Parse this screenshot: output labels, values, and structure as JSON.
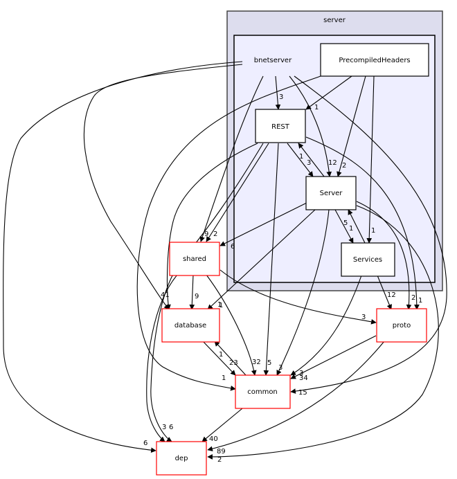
{
  "colors": {
    "outer_cluster_fill": "#ddddee",
    "outer_cluster_stroke": "#444444",
    "inner_cluster_fill": "#eeeeff",
    "inner_cluster_stroke": "#000000",
    "node_fill": "#ffffff",
    "internal_node_stroke": "#000000",
    "external_node_stroke": "#ff0000",
    "edge": "#000000"
  },
  "clusters": {
    "outer": {
      "label": "server"
    },
    "inner": {
      "label": "bnetserver"
    }
  },
  "nodes": {
    "precompiled": {
      "label": "PrecompiledHeaders",
      "external": false
    },
    "rest": {
      "label": "REST",
      "external": false
    },
    "server": {
      "label": "Server",
      "external": false
    },
    "services": {
      "label": "Services",
      "external": false
    },
    "shared": {
      "label": "shared",
      "external": true
    },
    "database": {
      "label": "database",
      "external": true
    },
    "proto": {
      "label": "proto",
      "external": true
    },
    "common": {
      "label": "common",
      "external": true
    },
    "dep": {
      "label": "dep",
      "external": true
    }
  },
  "edges": [
    {
      "from": "bnetserver",
      "to": "rest",
      "label": "3"
    },
    {
      "from": "bnetserver",
      "to": "server",
      "label": "12"
    },
    {
      "from": "bnetserver",
      "to": "shared",
      "label": "9"
    },
    {
      "from": "bnetserver",
      "to": "database",
      "label": "41"
    },
    {
      "from": "bnetserver",
      "to": "common",
      "label": "15"
    },
    {
      "from": "bnetserver",
      "to": "dep",
      "label": "6"
    },
    {
      "from": "precompiled",
      "to": "rest",
      "label": "1"
    },
    {
      "from": "precompiled",
      "to": "server",
      "label": "2"
    },
    {
      "from": "precompiled",
      "to": "services",
      "label": "1"
    },
    {
      "from": "precompiled",
      "to": "common",
      "label": "1"
    },
    {
      "from": "rest",
      "to": "server",
      "label": "3"
    },
    {
      "from": "server",
      "to": "rest",
      "label": "1"
    },
    {
      "from": "rest",
      "to": "shared",
      "label": "2"
    },
    {
      "from": "rest",
      "to": "database",
      "label": "1"
    },
    {
      "from": "rest",
      "to": "common",
      "label": "5"
    },
    {
      "from": "rest",
      "to": "proto",
      "label": "1"
    },
    {
      "from": "rest",
      "to": "dep",
      "label": "6"
    },
    {
      "from": "server",
      "to": "services",
      "label": "1"
    },
    {
      "from": "services",
      "to": "server",
      "label": "5"
    },
    {
      "from": "server",
      "to": "shared",
      "label": "6"
    },
    {
      "from": "server",
      "to": "database",
      "label": "1"
    },
    {
      "from": "server",
      "to": "common",
      "label": "3"
    },
    {
      "from": "server",
      "to": "proto",
      "label": "2"
    },
    {
      "from": "server",
      "to": "dep",
      "label": "2"
    },
    {
      "from": "services",
      "to": "proto",
      "label": "12"
    },
    {
      "from": "services",
      "to": "common",
      "label": "3"
    },
    {
      "from": "shared",
      "to": "database",
      "label": "9"
    },
    {
      "from": "shared",
      "to": "common",
      "label": "32"
    },
    {
      "from": "shared",
      "to": "proto",
      "label": "3"
    },
    {
      "from": "shared",
      "to": "dep",
      "label": "3"
    },
    {
      "from": "database",
      "to": "common",
      "label": "23"
    },
    {
      "from": "common",
      "to": "database",
      "label": "1"
    },
    {
      "from": "common",
      "to": "dep",
      "label": "40"
    },
    {
      "from": "proto",
      "to": "common",
      "label": "34"
    },
    {
      "from": "proto",
      "to": "dep",
      "label": "89"
    }
  ]
}
